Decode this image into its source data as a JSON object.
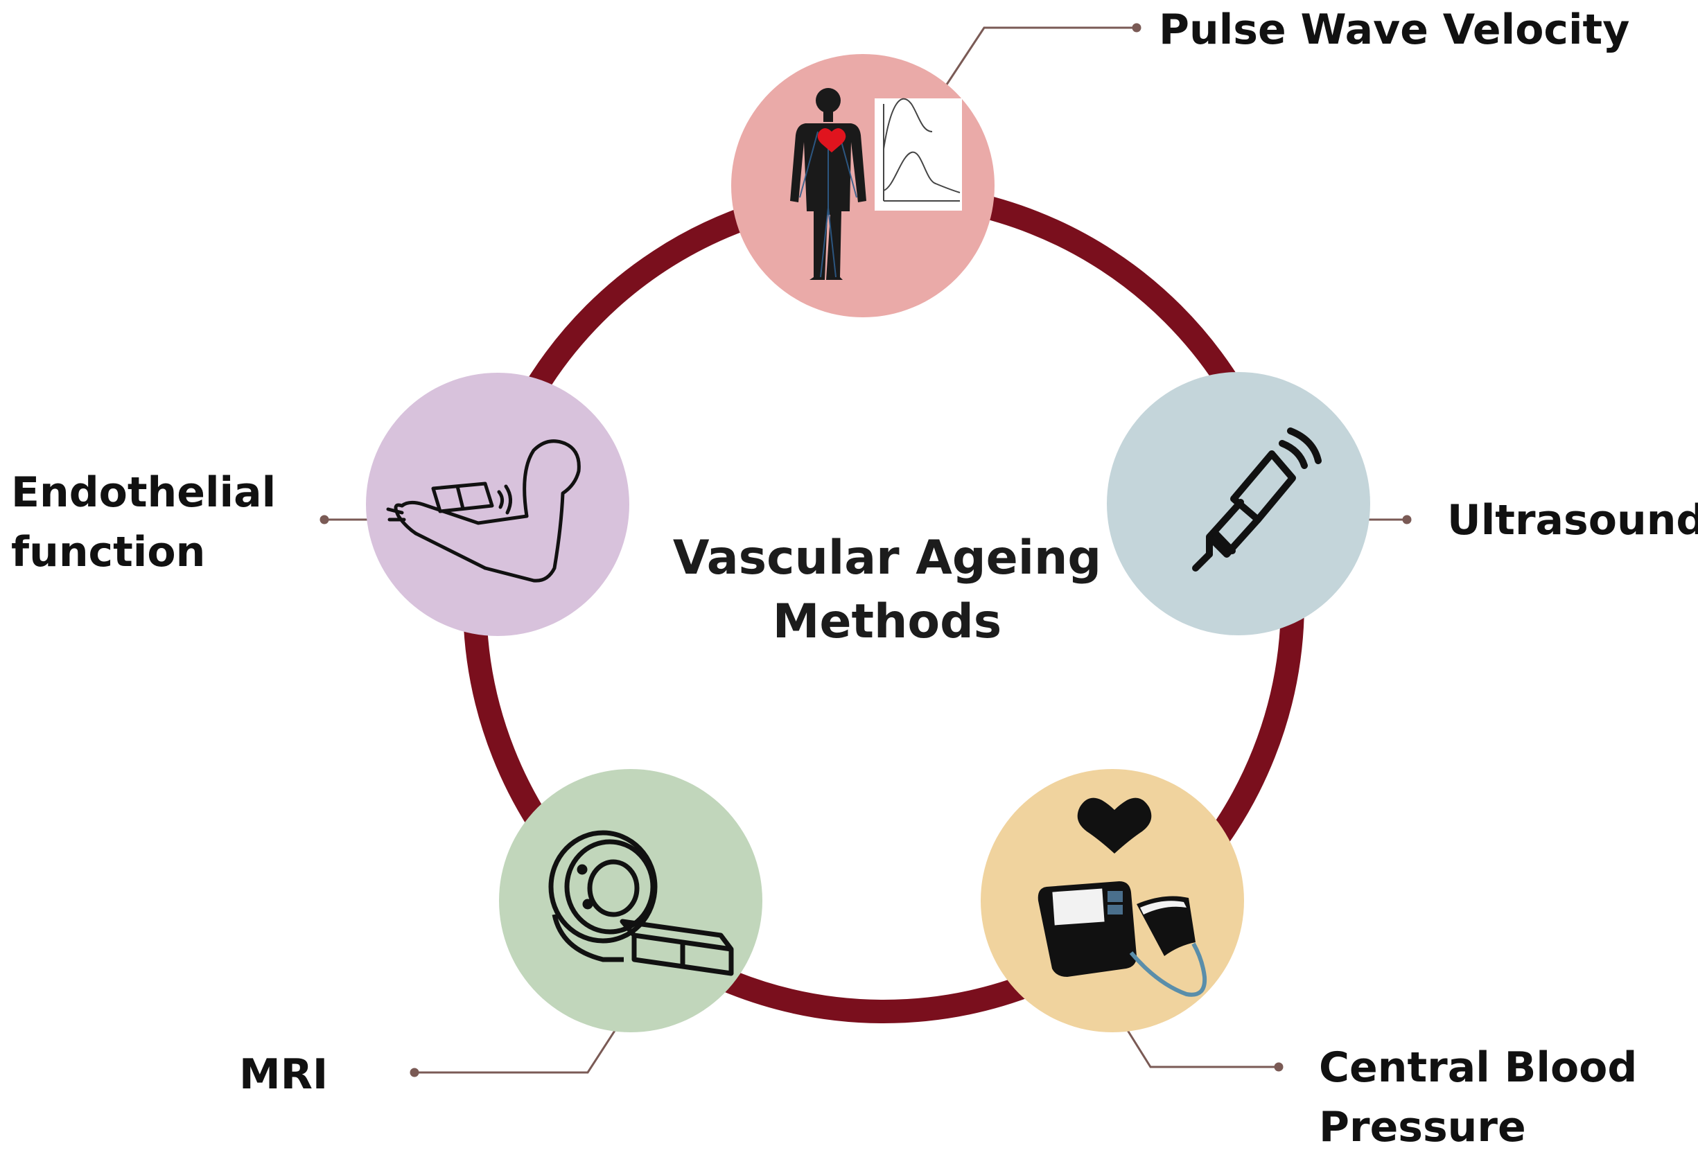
{
  "center": {
    "line1": "Vascular Ageing",
    "line2": "Methods"
  },
  "methods": {
    "pwv": {
      "label": "Pulse Wave Velocity",
      "color": "#eaaaa8",
      "icon": "human-body-pulse-wave-icon"
    },
    "ultrasound": {
      "label": "Ultrasound",
      "color": "#c4d5da",
      "icon": "ultrasound-probe-icon"
    },
    "cbp": {
      "line1": "Central Blood",
      "line2": "Pressure",
      "color": "#f0d39e",
      "icon": "blood-pressure-monitor-icon"
    },
    "mri": {
      "label": "MRI",
      "color": "#c1d6bb",
      "icon": "mri-scanner-icon"
    },
    "endothelial": {
      "line1": "Endothelial",
      "line2": "function",
      "color": "#d8c2dc",
      "icon": "arm-ultrasound-icon"
    }
  },
  "colors": {
    "ring": "#7a0f1d",
    "connector": "#7a5a55",
    "heart_red": "#e0141e"
  }
}
